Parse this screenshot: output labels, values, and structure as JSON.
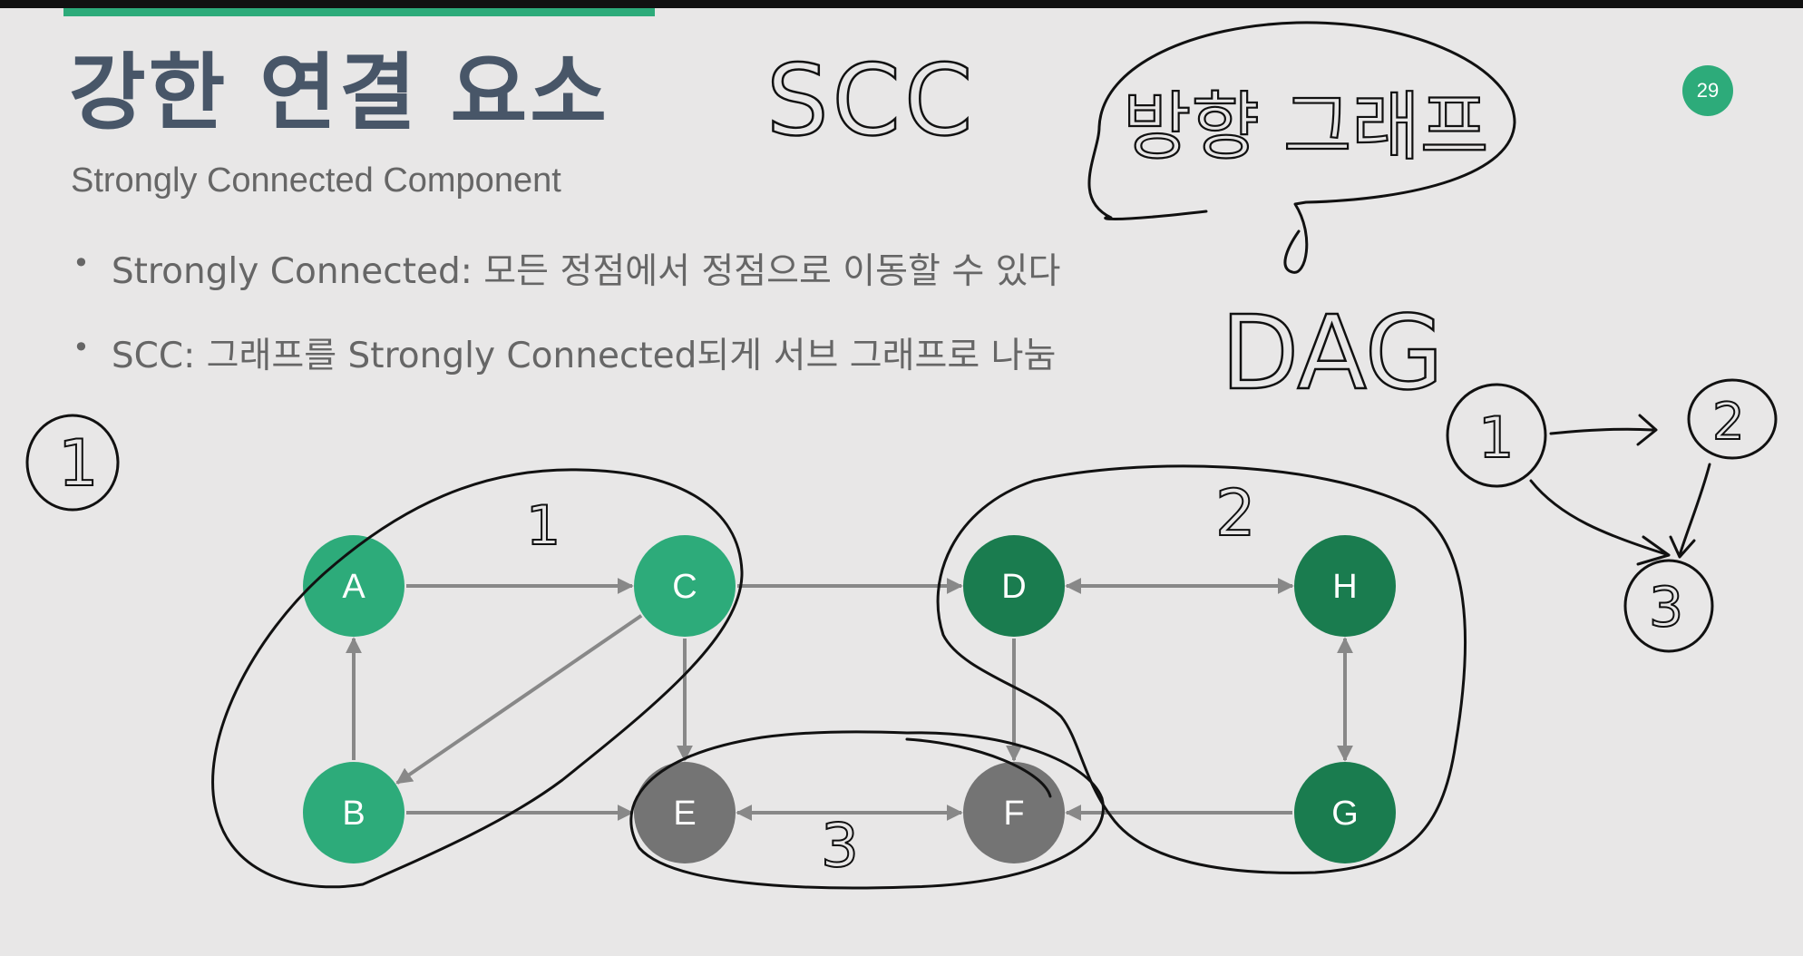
{
  "slide": {
    "title": "강한 연결 요소",
    "subtitle": "Strongly Connected Component",
    "page_number": "29",
    "bullets": [
      "Strongly Connected: 모든 정점에서 정점으로 이동할 수 있다",
      "SCC: 그래프를 Strongly Connected되게 서브 그래프로 나눔"
    ]
  },
  "colors": {
    "accent": "#2dab7a",
    "title_text": "#485668",
    "node_light_green": "#2dab7a",
    "node_dark_green": "#1a7c4f",
    "node_gray": "#747474",
    "edge": "#888888",
    "ink": "#111111"
  },
  "graph": {
    "nodes": [
      {
        "id": "A",
        "label": "A",
        "color": "light_green"
      },
      {
        "id": "C",
        "label": "C",
        "color": "light_green"
      },
      {
        "id": "B",
        "label": "B",
        "color": "light_green"
      },
      {
        "id": "D",
        "label": "D",
        "color": "dark_green"
      },
      {
        "id": "H",
        "label": "H",
        "color": "dark_green"
      },
      {
        "id": "G",
        "label": "G",
        "color": "dark_green"
      },
      {
        "id": "E",
        "label": "E",
        "color": "gray"
      },
      {
        "id": "F",
        "label": "F",
        "color": "gray"
      }
    ],
    "edges": [
      {
        "from": "A",
        "to": "C",
        "bidirectional": false
      },
      {
        "from": "B",
        "to": "A",
        "bidirectional": false
      },
      {
        "from": "C",
        "to": "B",
        "bidirectional": false
      },
      {
        "from": "C",
        "to": "E",
        "bidirectional": false
      },
      {
        "from": "C",
        "to": "D",
        "bidirectional": false
      },
      {
        "from": "B",
        "to": "E",
        "bidirectional": false
      },
      {
        "from": "D",
        "to": "H",
        "bidirectional": true
      },
      {
        "from": "D",
        "to": "F",
        "bidirectional": false
      },
      {
        "from": "H",
        "to": "G",
        "bidirectional": true
      },
      {
        "from": "G",
        "to": "F",
        "bidirectional": false
      },
      {
        "from": "E",
        "to": "F",
        "bidirectional": true
      }
    ]
  },
  "annotations": {
    "scc": "SCC",
    "bubble": "방향 그래프",
    "dag": "DAG",
    "circled_one": "1",
    "group_labels": [
      "1",
      "2",
      "3"
    ],
    "mini_dag_nodes": [
      "1",
      "2",
      "3"
    ]
  }
}
